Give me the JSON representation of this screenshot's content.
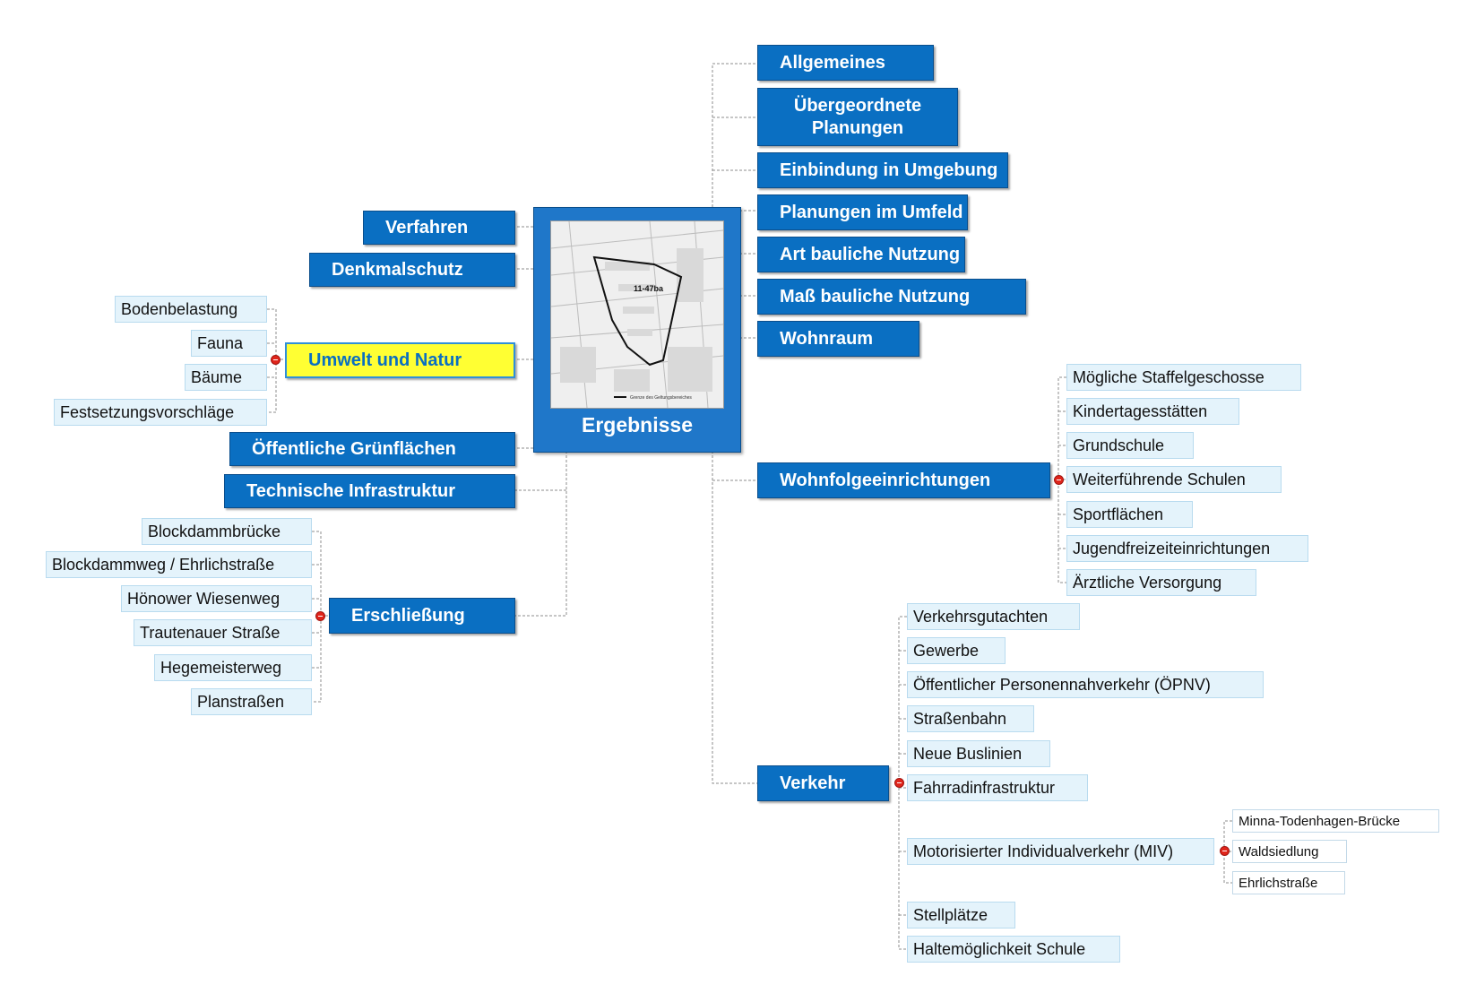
{
  "center": {
    "title": "Ergebnisse",
    "map_label": "11-47ba",
    "map_caption": "Grenze des Geltungsbereiches"
  },
  "right_branches": {
    "allgemeines": "Allgemeines",
    "uebergeordnete_planungen": "Übergeordnete Planungen",
    "einbindung": "Einbindung in Umgebung",
    "planungen_umfeld": "Planungen im Umfeld",
    "art_bauliche_nutzung": "Art bauliche Nutzung",
    "mass_bauliche_nutzung": "Maß bauliche Nutzung",
    "wohnraum": "Wohnraum",
    "wohnfolgeeinrichtungen": {
      "label": "Wohnfolgeeinrichtungen",
      "children": [
        "Mögliche Staffelgeschosse",
        "Kindertagesstätten",
        "Grundschule",
        "Weiterführende Schulen",
        "Sportflächen",
        "Jugendfreizeiteinrichtungen",
        "Ärztliche Versorgung"
      ]
    },
    "verkehr": {
      "label": "Verkehr",
      "children": [
        "Verkehrsgutachten",
        "Gewerbe",
        "Öffentlicher Personennahverkehr (ÖPNV)",
        "Straßenbahn",
        "Neue Buslinien",
        "Fahrradinfrastruktur",
        "Motorisierter Individualverkehr (MIV)",
        "Stellplätze",
        "Haltemöglichkeit Schule"
      ],
      "miv_children": [
        "Minna-Todenhagen-Brücke",
        "Waldsiedlung",
        "Ehrlichstraße"
      ]
    }
  },
  "left_branches": {
    "verfahren": "Verfahren",
    "denkmalschutz": "Denkmalschutz",
    "umwelt_und_natur": {
      "label": "Umwelt und Natur",
      "children": [
        "Bodenbelastung",
        "Fauna",
        "Bäume",
        "Festsetzungsvorschläge"
      ]
    },
    "oeffentliche_gruenflaechen": "Öffentliche Grünflächen",
    "technische_infrastruktur": "Technische Infrastruktur",
    "erschliessung": {
      "label": "Erschließung",
      "children": [
        "Blockdammbrücke",
        "Blockdammweg / Ehrlichstraße",
        "Hönower Wiesenweg",
        "Trautenauer Straße",
        "Hegemeisterweg",
        "Planstraßen"
      ]
    }
  },
  "colors": {
    "main_node": "#0a6fc2",
    "highlight": "#ffff33",
    "sub_node": "#e4f3fb",
    "knot": "#e0251b",
    "connector": "#8c8c8c"
  }
}
